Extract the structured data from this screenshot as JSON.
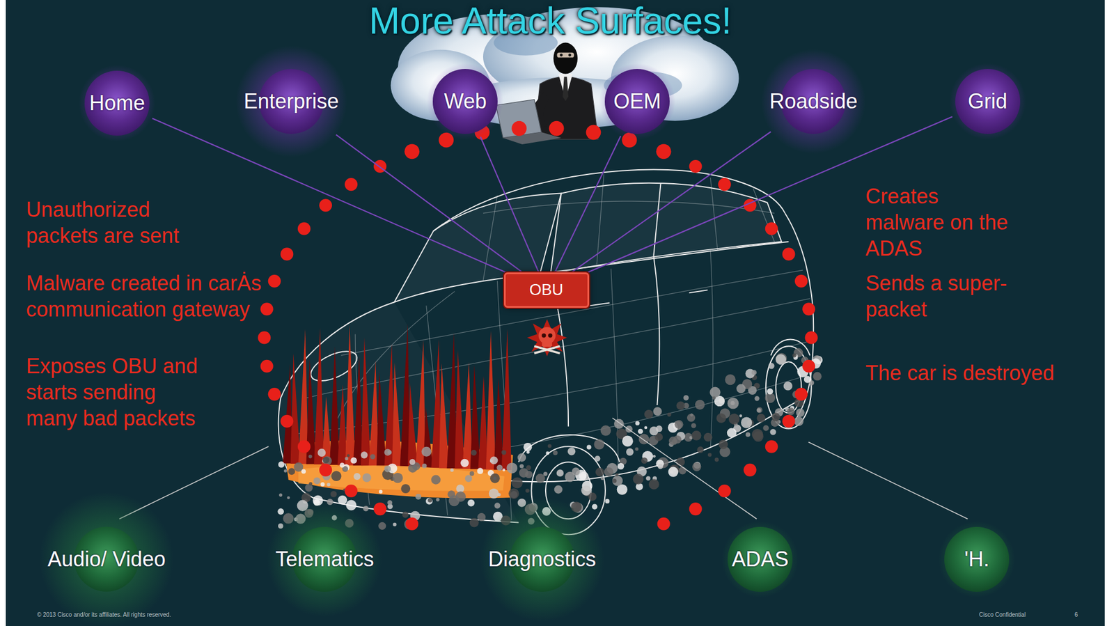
{
  "diagram": {
    "title": "More Attack Surfaces!",
    "nodes": [
      {
        "text": [
          "Home"
        ]
      },
      {
        "text": [
          "Enterprise"
        ]
      },
      {
        "text": [
          "Web"
        ]
      },
      {
        "text": [
          "OEM"
        ]
      },
      {
        "text": [
          "Roadside"
        ]
      },
      {
        "text": [
          "Grid"
        ]
      },
      {
        "text": [
          "OBU"
        ]
      },
      {
        "text": [
          "Audio/ Video"
        ]
      },
      {
        "text": [
          "Telematics"
        ]
      },
      {
        "text": [
          "Diagnostics"
        ]
      },
      {
        "text": [
          "ADAS"
        ]
      },
      {
        "text": [
          "'H."
        ]
      }
    ],
    "edges": [
      {
        "from": 0,
        "to": 6,
        "arrow": "none"
      },
      {
        "from": 1,
        "to": 6,
        "arrow": "none"
      },
      {
        "from": 2,
        "to": 6,
        "arrow": "none"
      },
      {
        "from": 3,
        "to": 6,
        "arrow": "none"
      },
      {
        "from": 4,
        "to": 6,
        "arrow": "none"
      },
      {
        "from": 5,
        "to": 6,
        "arrow": "none"
      }
    ],
    "labels": [
      "Unauthorized packets are sent",
      "Malware created in carȦs communication gateway",
      "Exposes OBU and starts sending many bad packets",
      "Creates malware on the ADAS",
      "Sends a super-packet",
      "The car is destroyed",
      "© 2013 Cisco and/or its affiliates. All rights reserved.",
      "Cisco Confidential",
      "6"
    ]
  }
}
